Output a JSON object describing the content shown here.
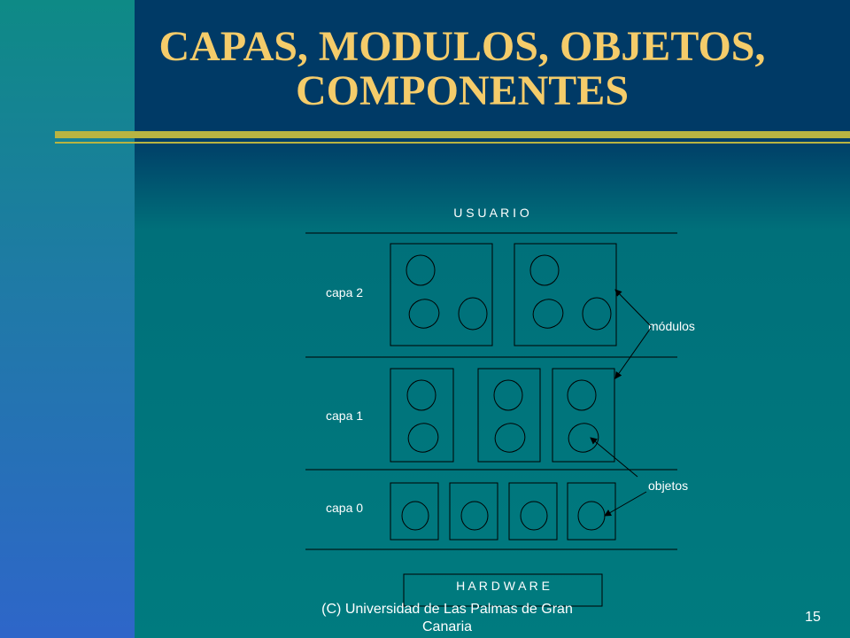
{
  "slide": {
    "title_line1": "CAPAS, MODULOS, OBJETOS,",
    "title_line2": "COMPONENTES",
    "footer": "(C) Universidad de Las Palmas de Gran Canaria",
    "page_number": "15"
  },
  "diagram": {
    "top_label": "U S U A R I O",
    "bottom_label": "H A R D W A R E",
    "layers": [
      "capa 2",
      "capa 1",
      "capa 0"
    ],
    "callouts": {
      "modules": "módulos",
      "objects": "objetos"
    }
  },
  "colors": {
    "title": "#f5cc6a",
    "rule": "#b8b442",
    "header_bg": "#003a66",
    "body_bg": "#007b7f"
  }
}
